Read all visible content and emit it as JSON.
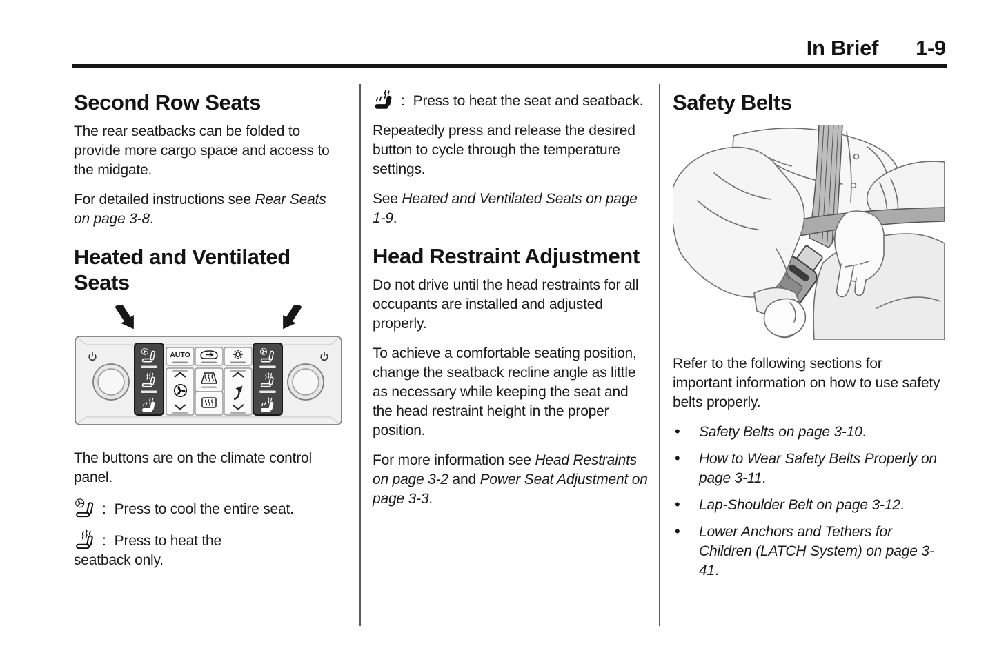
{
  "header": {
    "section_title": "In Brief",
    "page_number": "1-9"
  },
  "colors": {
    "text": "#1b1b1b",
    "rule": "#161616",
    "panel_button_dark": "#474747",
    "figure_gray": "#ababab"
  },
  "icons": {
    "ventilated_seat": "seat-with-fan",
    "heated_seatback": "seat-with-heat-waves-on-backrest",
    "heated_seat_and_back": "filled-seat-with-heat-waves",
    "power": "power-symbol",
    "air_recirculation": "car-with-arrow",
    "settings": "gear",
    "fan_speed": "fan-with-chevrons",
    "front_defrost": "windshield-defrost",
    "rear_defrost": "rear-window-defrost",
    "air_direction": "curved-air-direction-arrow"
  },
  "left_column": {
    "heading_second_row_seats": "Second Row Seats",
    "para_rear_seatbacks": [
      {
        "t": "The rear seatbacks can be folded to provide more cargo space and access to the midgate."
      }
    ],
    "para_detailed_instructions": [
      {
        "t": "For detailed instructions see "
      },
      {
        "t": "Rear Seats on page 3-8",
        "i": true
      },
      {
        "t": "."
      }
    ],
    "heading_heated_ventilated_seats": "Heated and Ventilated Seats",
    "climate_panel": {
      "auto_button_label": "AUTO"
    },
    "para_buttons_location": [
      {
        "t": "The buttons are on the climate control panel."
      }
    ],
    "cool_seat_item": {
      "sep": ":",
      "runs": [
        {
          "t": "Press to cool the entire seat."
        }
      ]
    },
    "heat_seatback_item": {
      "sep": ":",
      "runs": [
        {
          "t": "Press to heat the seatback only."
        }
      ]
    }
  },
  "middle_column": {
    "heat_seat_item": {
      "sep": ":",
      "runs": [
        {
          "t": "Press to heat the seat and seatback."
        }
      ]
    },
    "para_repeatedly_press": [
      {
        "t": "Repeatedly press and release the desired button to cycle through the temperature settings."
      }
    ],
    "para_see_heated": [
      {
        "t": "See "
      },
      {
        "t": "Heated and Ventilated Seats on page 1-9",
        "i": true
      },
      {
        "t": "."
      }
    ],
    "heading_head_restraint": "Head Restraint Adjustment",
    "para_do_not_drive": [
      {
        "t": "Do not drive until the head restraints for all occupants are installed and adjusted properly."
      }
    ],
    "para_comfortable_seating": [
      {
        "t": "To achieve a comfortable seating position, change the seatback recline angle as little as necessary while keeping the seat and the head restraint height in the proper position."
      }
    ],
    "para_more_information": [
      {
        "t": "For more information see "
      },
      {
        "t": "Head Restraints on page 3-2",
        "i": true
      },
      {
        "t": " and "
      },
      {
        "t": "Power Seat Adjustment on page 3-3",
        "i": true
      },
      {
        "t": "."
      }
    ]
  },
  "right_column": {
    "heading_safety_belts": "Safety Belts",
    "para_refer_sections": [
      {
        "t": "Refer to the following sections for important information on how to use safety belts properly."
      }
    ],
    "bullets": [
      {
        "runs": [
          {
            "t": "Safety Belts on page 3-10",
            "i": true
          },
          {
            "t": "."
          }
        ]
      },
      {
        "runs": [
          {
            "t": "How to Wear Safety Belts Properly on page 3-11",
            "i": true
          },
          {
            "t": "."
          }
        ]
      },
      {
        "runs": [
          {
            "t": "Lap-Shoulder Belt on page 3-12",
            "i": true
          },
          {
            "t": "."
          }
        ]
      },
      {
        "runs": [
          {
            "t": "Lower Anchors and Tethers for Children (LATCH System) on page 3-41",
            "i": true
          },
          {
            "t": "."
          }
        ]
      }
    ]
  }
}
